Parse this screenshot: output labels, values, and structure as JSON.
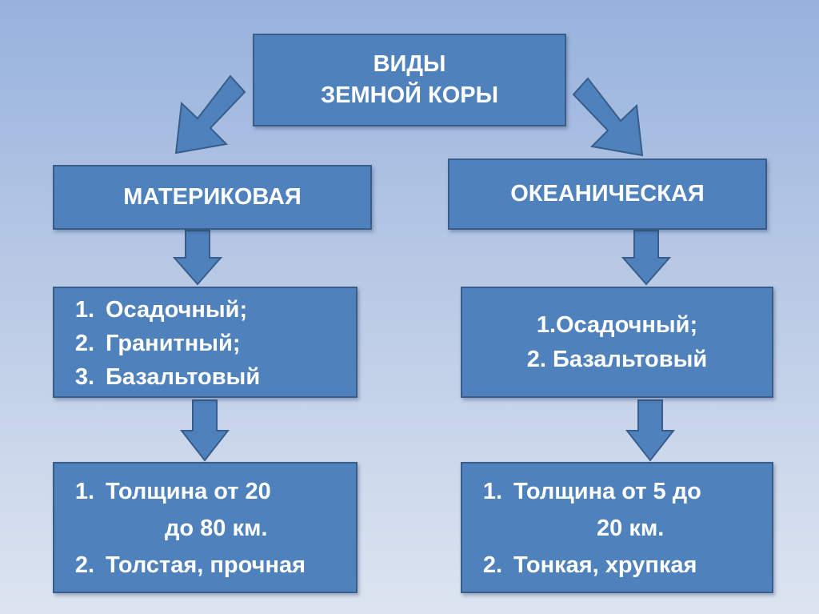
{
  "root": {
    "line1": "ВИДЫ",
    "line2": "ЗЕМНОЙ  КОРЫ"
  },
  "continental": {
    "title": "МАТЕРИКОВАЯ",
    "layers": [
      {
        "num": "1.",
        "text": "Осадочный;"
      },
      {
        "num": "2.",
        "text": "Гранитный;"
      },
      {
        "num": "3.",
        "text": "Базальтовый"
      }
    ],
    "properties": {
      "item1_num": "1.",
      "item1_line1": "Толщина от 20",
      "item1_line2": "до 80 км.",
      "item2_num": "2.",
      "item2_text": "Толстая, прочная"
    }
  },
  "oceanic": {
    "title": "ОКЕАНИЧЕСКАЯ",
    "layers": {
      "line1": "1.Осадочный;",
      "line2": "2. Базальтовый"
    },
    "properties": {
      "item1_num": "1.",
      "item1_line1": "Толщина от 5 до",
      "item1_line2": "20 км.",
      "item2_num": "2.",
      "item2_text": "Тонкая, хрупкая"
    }
  },
  "colors": {
    "box_fill": "#4f81bd",
    "box_border": "#385d8a",
    "text": "#ffffff",
    "background_top": "#97b2dd",
    "background_bottom": "#dce4f0"
  }
}
